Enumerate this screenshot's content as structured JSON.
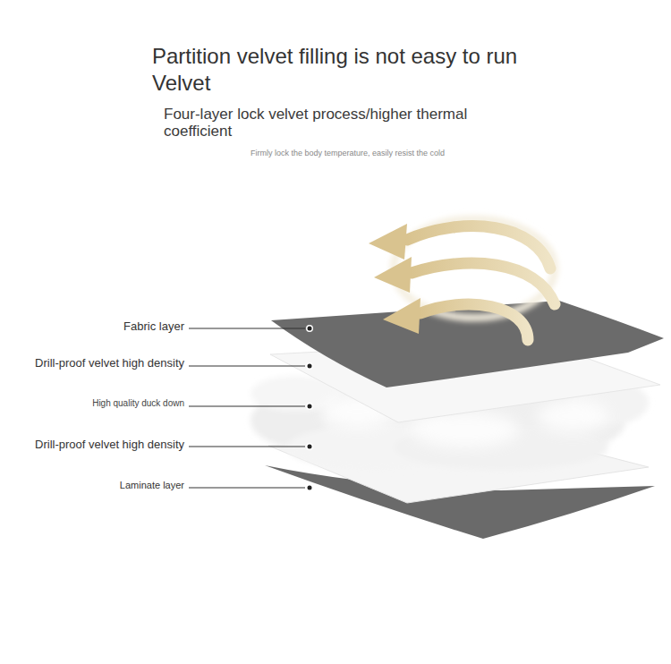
{
  "diagram": {
    "title": "Partition velvet filling is not easy to run Velvet",
    "labels": [
      "Four-layer lock velvet process/higher thermal coefficient",
      "Firmly lock the body temperature, easily resist the cold",
      "Fabric layer",
      "Drill-proof velvet high density",
      "High quality duck down",
      "Drill-proof velvet high density",
      "Laminate layer"
    ]
  }
}
